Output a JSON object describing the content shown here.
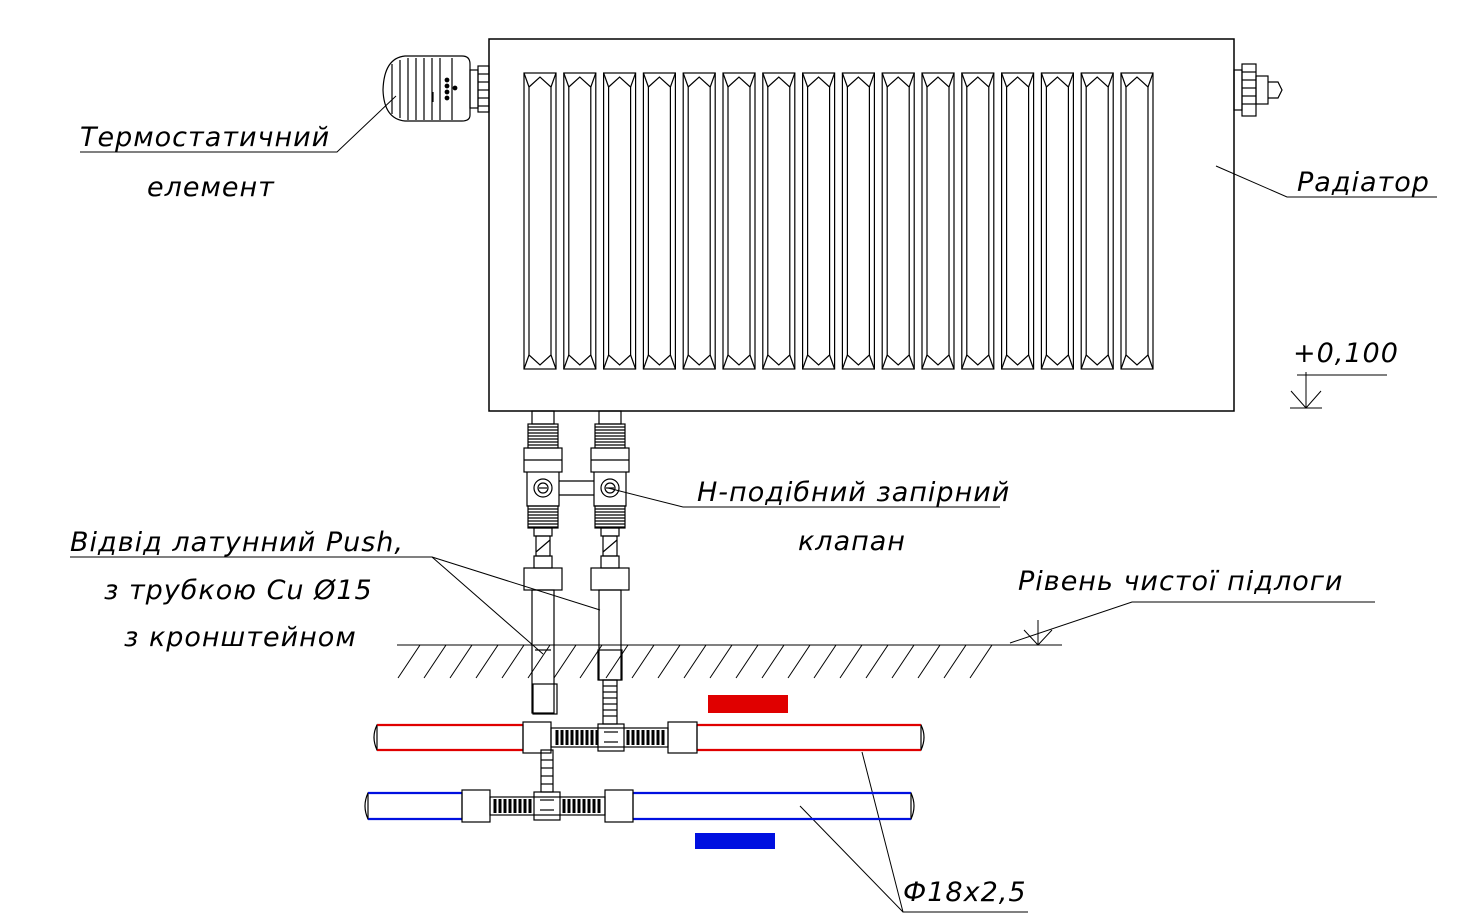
{
  "labels": {
    "thermostat_line1": "Термостатичний",
    "thermostat_line2": "елемент",
    "radiator": "Радіатор",
    "level": "+0,100",
    "h_valve_line1": "Н-подібний запірний",
    "h_valve_line2": "клапан",
    "elbow_line1": "Відвід латунний Push,",
    "elbow_line2": "з трубкою Cu Ø15",
    "elbow_line3": "з кронштейном",
    "floor_level": "Рівень чистої підлоги",
    "pipe_size": "Ф18х2,5"
  },
  "colors": {
    "supply": "#e00000",
    "return": "#0010e0",
    "line": "#000000"
  },
  "radiator": {
    "panel_count": 16
  }
}
